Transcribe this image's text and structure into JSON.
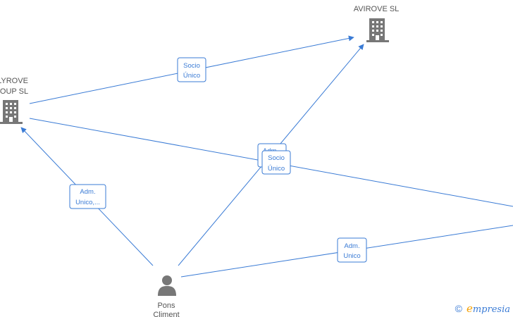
{
  "diagram": {
    "nodes": [
      {
        "id": "avirove",
        "kind": "company",
        "icon": "building-icon",
        "label_lines": [
          "AVIROVE  SL"
        ]
      },
      {
        "id": "lyrove",
        "kind": "company",
        "icon": "building-icon",
        "label_lines": [
          "LYROVE",
          "OUP  SL"
        ]
      },
      {
        "id": "pons",
        "kind": "person",
        "icon": "person-icon",
        "label_lines": [
          "Pons",
          "Climent"
        ]
      }
    ],
    "edges": [
      {
        "id": "e1",
        "label_lines": [
          "Socio",
          "Único"
        ]
      },
      {
        "id": "e2",
        "label_lines": [
          "Adm.",
          "Unico,..."
        ]
      },
      {
        "id": "e3",
        "label_lines": [
          "Adm.",
          ""
        ]
      },
      {
        "id": "e4",
        "label_lines": [
          "Socio",
          "Único"
        ]
      },
      {
        "id": "e5",
        "label_lines": [
          "Adm.",
          "Unico"
        ]
      },
      {
        "id": "e6",
        "label_lines": []
      }
    ]
  },
  "colors": {
    "edge": "#3a7bd5",
    "icon": "#777777",
    "label": "#555555",
    "brand_e": "#f5a000"
  },
  "watermark": {
    "copyright_symbol": "©",
    "brand_first": "e",
    "brand_rest": "mpresia"
  }
}
